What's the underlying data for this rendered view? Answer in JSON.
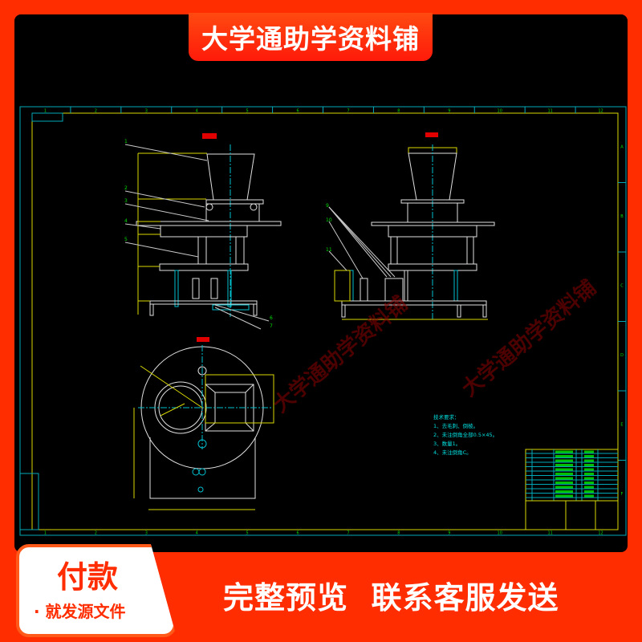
{
  "banner": {
    "title": "大学通助学资料铺"
  },
  "watermark": "大学通助学资料铺",
  "drawing": {
    "column_numbers": [
      "1",
      "2",
      "3",
      "4",
      "5",
      "6",
      "7",
      "8",
      "9",
      "10",
      "11",
      "12"
    ],
    "row_letters": [
      "A",
      "B",
      "C",
      "D",
      "E",
      "F"
    ],
    "part_numbers_front": [
      "1",
      "2",
      "3",
      "4",
      "5",
      "6",
      "7"
    ],
    "part_numbers_side": [
      "9",
      "10",
      "11"
    ],
    "tech_requirements": {
      "title": "技术要求：",
      "lines": [
        "1、去毛刺、倒棱。",
        "2、未注倒角全部0.5×45。",
        "3、数量1。",
        "4、未注倒角C。"
      ]
    }
  },
  "payment": {
    "title": "付款",
    "subtitle": "· 就发源文件"
  },
  "cta": "完整预览  联系客服发送",
  "colors": {
    "brand_red": "#ff2d00",
    "cad_yellow": "#d8d800",
    "cad_cyan": "#00b8c8",
    "cad_white": "#e0e0e0",
    "cad_green": "#00e000"
  }
}
